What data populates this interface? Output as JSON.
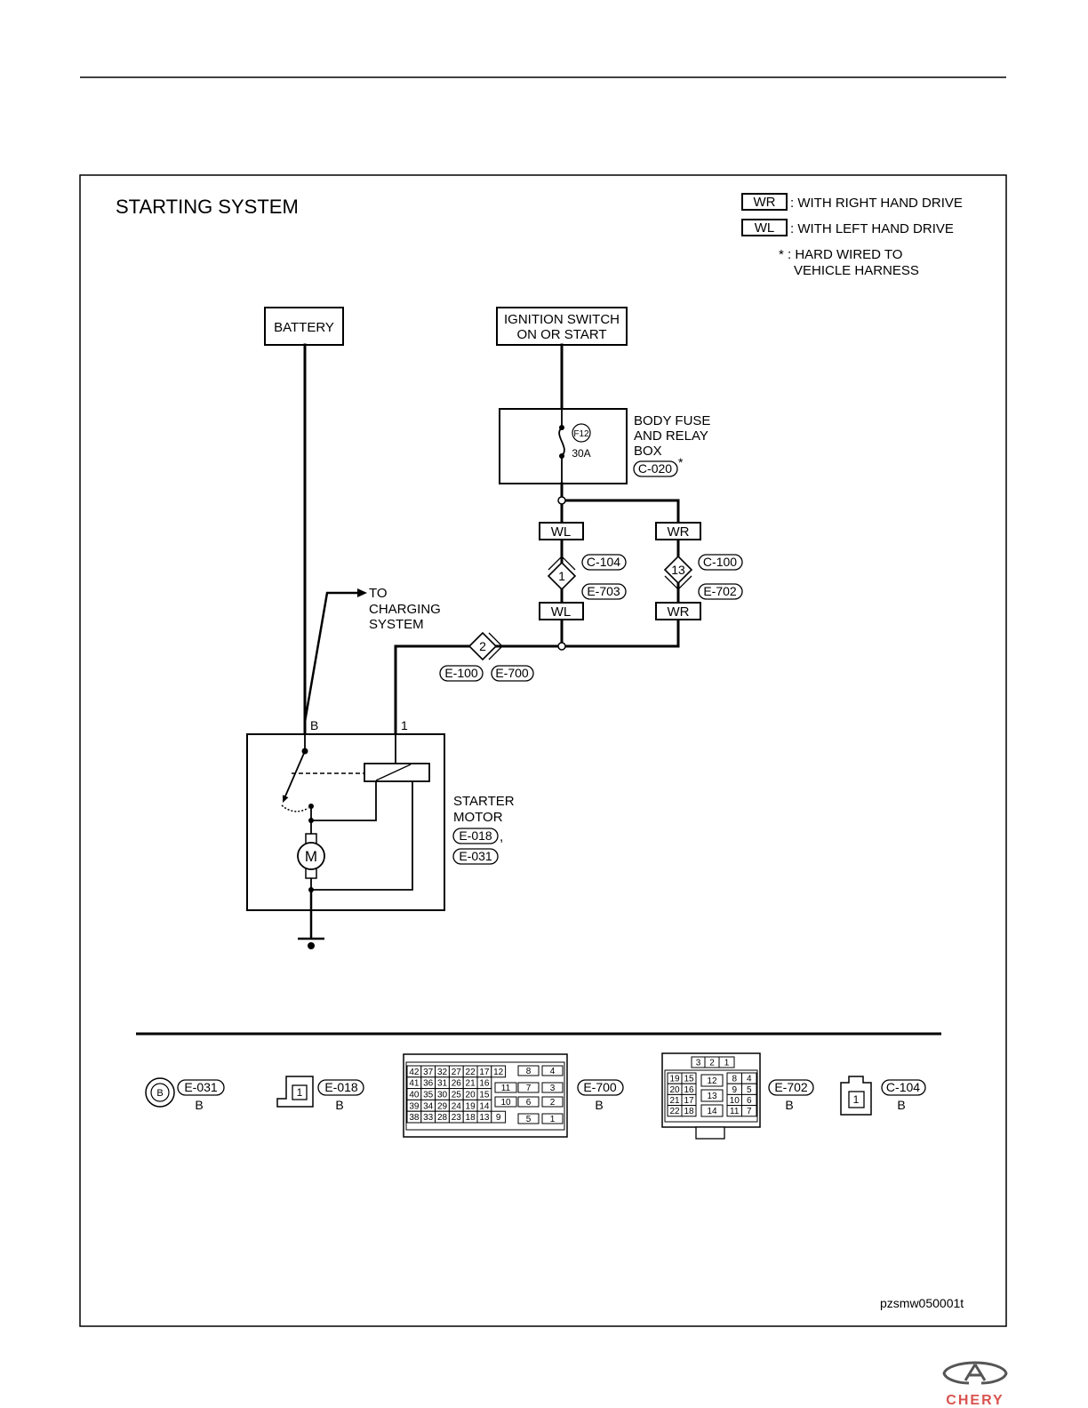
{
  "diagram": {
    "title": "STARTING SYSTEM",
    "legend": {
      "wr_code": "WR",
      "wr_text": ": WITH RIGHT HAND DRIVE",
      "wl_code": "WL",
      "wl_text": ": WITH LEFT HAND DRIVE",
      "note_line1": "* : HARD WIRED TO",
      "note_line2": "VEHICLE HARNESS"
    },
    "battery": "BATTERY",
    "ignition": {
      "line1": "IGNITION SWITCH",
      "line2": "ON OR START"
    },
    "fuse": {
      "id": "F12",
      "rating": "30A"
    },
    "fuse_box": {
      "line1": "BODY FUSE",
      "line2": "AND RELAY",
      "line3": "BOX",
      "connector": "C-020",
      "note_mark": "*"
    },
    "left_branch": {
      "tag": "WL",
      "pin": "1",
      "connector_a": "C-104",
      "connector_b": "E-703"
    },
    "right_branch": {
      "tag": "WR",
      "pin": "13",
      "connector_a": "C-100",
      "connector_b": "E-702"
    },
    "splice": {
      "pin": "2",
      "connector_a": "E-100",
      "connector_b": "E-700"
    },
    "charging": {
      "line1": "TO",
      "line2": "CHARGING",
      "line3": "SYSTEM"
    },
    "starter": {
      "terminal_b": "B",
      "terminal_1": "1",
      "motor_symbol": "M",
      "line1": "STARTER",
      "line2": "MOTOR",
      "connector_a": "E-018",
      "separator": ",",
      "connector_b": "E-031"
    }
  },
  "connector_views": {
    "e031": {
      "id": "E-031",
      "color_code": "B",
      "pin": "B"
    },
    "e018": {
      "id": "E-018",
      "color_code": "B",
      "pin": "1"
    },
    "e700": {
      "id": "E-700",
      "color_code": "B",
      "left_rows": [
        [
          "42",
          "37",
          "32",
          "27",
          "22",
          "17",
          "12"
        ],
        [
          "41",
          "36",
          "31",
          "26",
          "21",
          "16"
        ],
        [
          "40",
          "35",
          "30",
          "25",
          "20",
          "15"
        ],
        [
          "39",
          "34",
          "29",
          "24",
          "19",
          "14"
        ],
        [
          "38",
          "33",
          "28",
          "23",
          "18",
          "13",
          "9"
        ]
      ],
      "right_pins": [
        "8",
        "4",
        "11",
        "7",
        "3",
        "10",
        "6",
        "2",
        "5",
        "1"
      ]
    },
    "e702": {
      "id": "E-702",
      "color_code": "B",
      "top_pins": [
        "3",
        "2",
        "1"
      ],
      "left_rows": [
        [
          "19",
          "15"
        ],
        [
          "20",
          "16"
        ],
        [
          "21",
          "17"
        ],
        [
          "22",
          "18"
        ]
      ],
      "middle_pins": [
        "12",
        "13",
        "14"
      ],
      "right_rows": [
        [
          "8",
          "4"
        ],
        [
          "9",
          "5"
        ],
        [
          "10",
          "6"
        ],
        [
          "11",
          "7"
        ]
      ]
    },
    "c104": {
      "id": "C-104",
      "color_code": "B",
      "pin": "1"
    }
  },
  "footer": {
    "figure_code": "pzsmw050001t",
    "logo_text": "CHERY"
  }
}
